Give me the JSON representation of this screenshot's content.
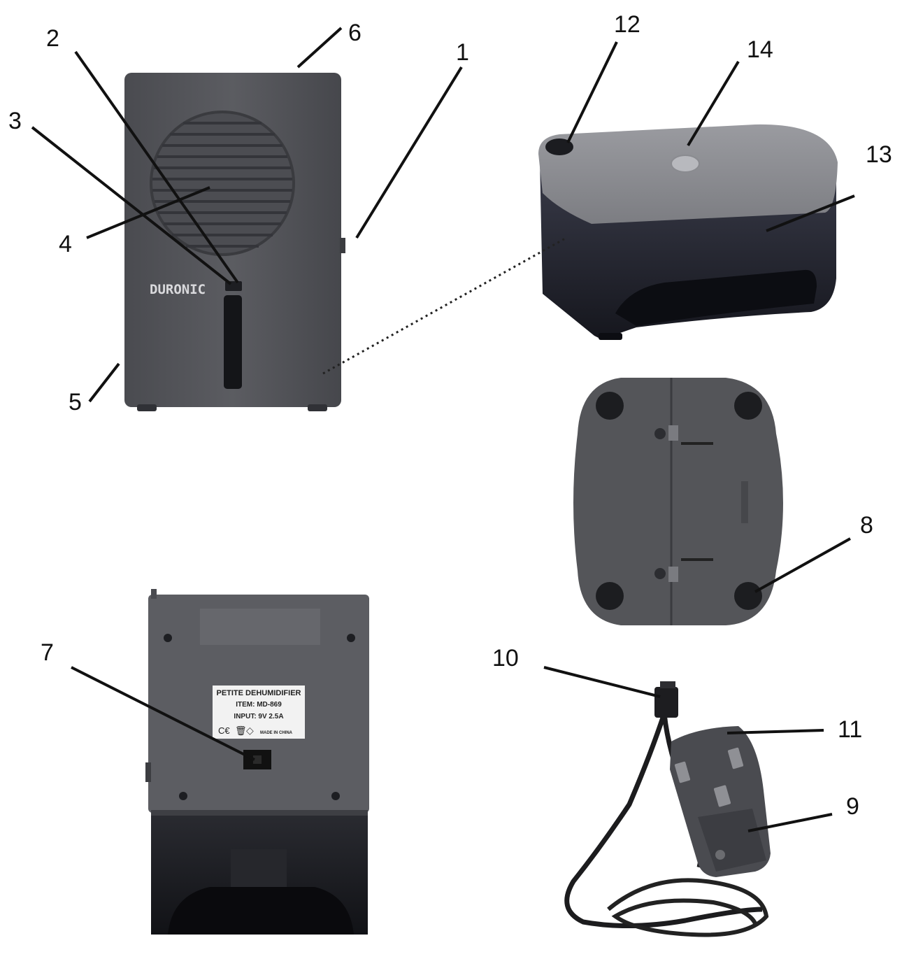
{
  "diagram": {
    "brand_logo": "DURONIC",
    "callouts": {
      "c1": "1",
      "c2": "2",
      "c3": "3",
      "c4": "4",
      "c5": "5",
      "c6": "6",
      "c7": "7",
      "c8": "8",
      "c9": "9",
      "c10": "10",
      "c11": "11",
      "c12": "12",
      "c13": "13",
      "c14": "14"
    },
    "rating_label": {
      "line1": "PETITE DEHUMIDIFIER",
      "line2": "ITEM: MD-869",
      "line3": "INPUT: 9V  2.5A",
      "line4": "MADE IN CHINA"
    }
  }
}
